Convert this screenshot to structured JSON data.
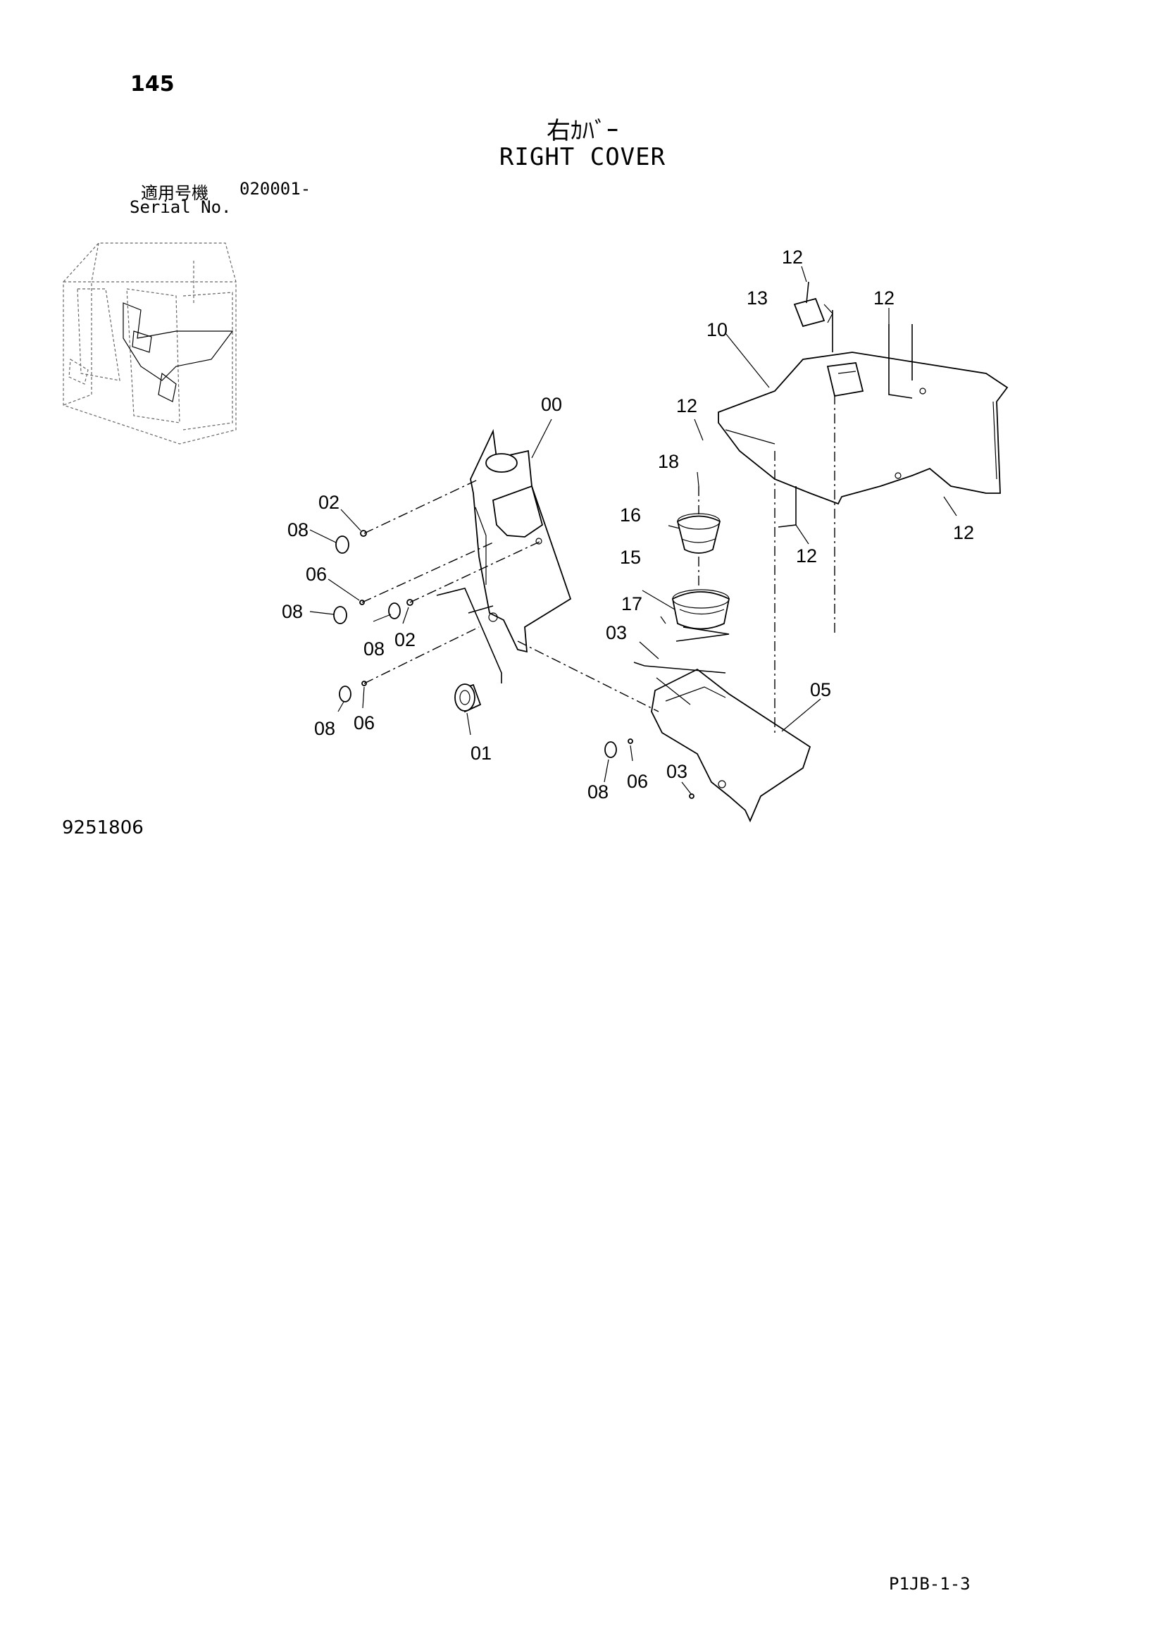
{
  "header": {
    "page_number": "145",
    "title_jp": "右ｶﾊﾞｰ",
    "title_en": "RIGHT COVER",
    "serial_label_jp": "適用号機",
    "serial_value": "020001-",
    "serial_label_en": "Serial No."
  },
  "footer": {
    "drawing_code": "9251806",
    "page_ref": "P1JB-1-3"
  },
  "callouts": {
    "c00": "00",
    "c01": "01",
    "c02a": "02",
    "c02b": "02",
    "c03a": "03",
    "c03b": "03",
    "c05": "05",
    "c06a": "06",
    "c06b": "06",
    "c06c": "06",
    "c08a": "08",
    "c08b": "08",
    "c08c": "08",
    "c08d": "08",
    "c08e": "08",
    "c10": "10",
    "c12a": "12",
    "c12b": "12",
    "c12c": "12",
    "c12d": "12",
    "c12e": "12",
    "c13": "13",
    "c15": "15",
    "c16": "16",
    "c17": "17",
    "c18": "18"
  }
}
